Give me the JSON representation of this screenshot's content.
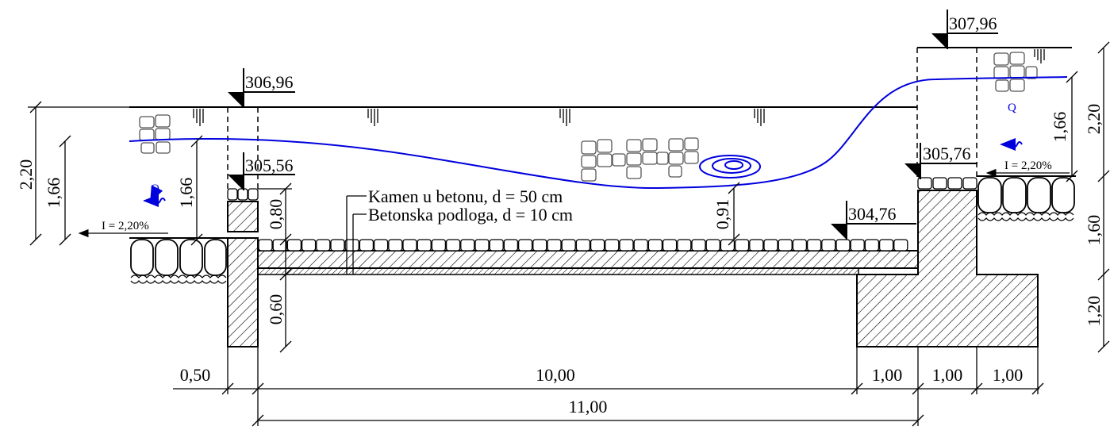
{
  "elevations": {
    "left_top": "306,96",
    "left_inner": "305,56",
    "bottom": "304,76",
    "right_inner": "305,76",
    "right_top": "307,96"
  },
  "labels": {
    "layer_1": "Kamen u betonu, d = 50 cm",
    "layer_2": "Betonska podloga, d = 10 cm",
    "flow_left": "Q",
    "flow_right": "Q",
    "slope_left": "I = 2,20%",
    "slope_right": "I = 2,20%"
  },
  "dimensions": {
    "left_220": "2,20",
    "left_166_outer": "1,66",
    "left_166_inner": "1,66",
    "wall_080": "0,80",
    "wall_060": "0,60",
    "depth_091": "0,91",
    "right_220": "2,20",
    "right_166": "1,66",
    "right_160": "1,60",
    "right_120": "1,20",
    "bottom_050": "0,50",
    "bottom_1000": "10,00",
    "bottom_100_a": "1,00",
    "bottom_100_b": "1,00",
    "bottom_100_c": "1,00",
    "total_1100": "11,00"
  },
  "colors": {
    "water": "#0000dd",
    "lines": "#000000"
  }
}
